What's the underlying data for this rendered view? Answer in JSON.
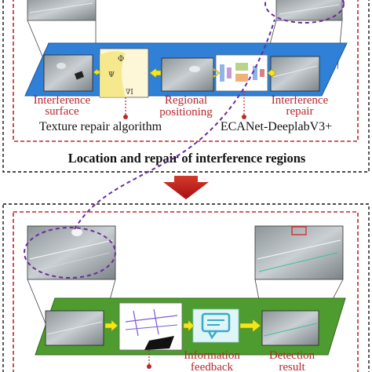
{
  "top_panel": {
    "steps": [
      {
        "line1": "Interference",
        "line2": "surface"
      },
      {
        "line1": "Regional",
        "line2": "positioning"
      },
      {
        "line1": "Interference",
        "line2": "repair"
      }
    ],
    "method_left": "Texture repair algorithm",
    "method_right": "ECANet-DeeplabV3+"
  },
  "section_title": "Location and repair of interference regions",
  "bottom_panel": {
    "steps": [
      {
        "line1": "Information",
        "line2": "feedback"
      },
      {
        "line1": "Detection",
        "line2": "result"
      }
    ]
  },
  "colors": {
    "top_plane": "#2f80d6",
    "bottom_plane": "#4e9b2f",
    "arrow_yellow": "#f5e617",
    "dashed_red": "#c0262c",
    "dashed_purple": "#6a2c9c",
    "down_arrow": "#c61a1a"
  }
}
